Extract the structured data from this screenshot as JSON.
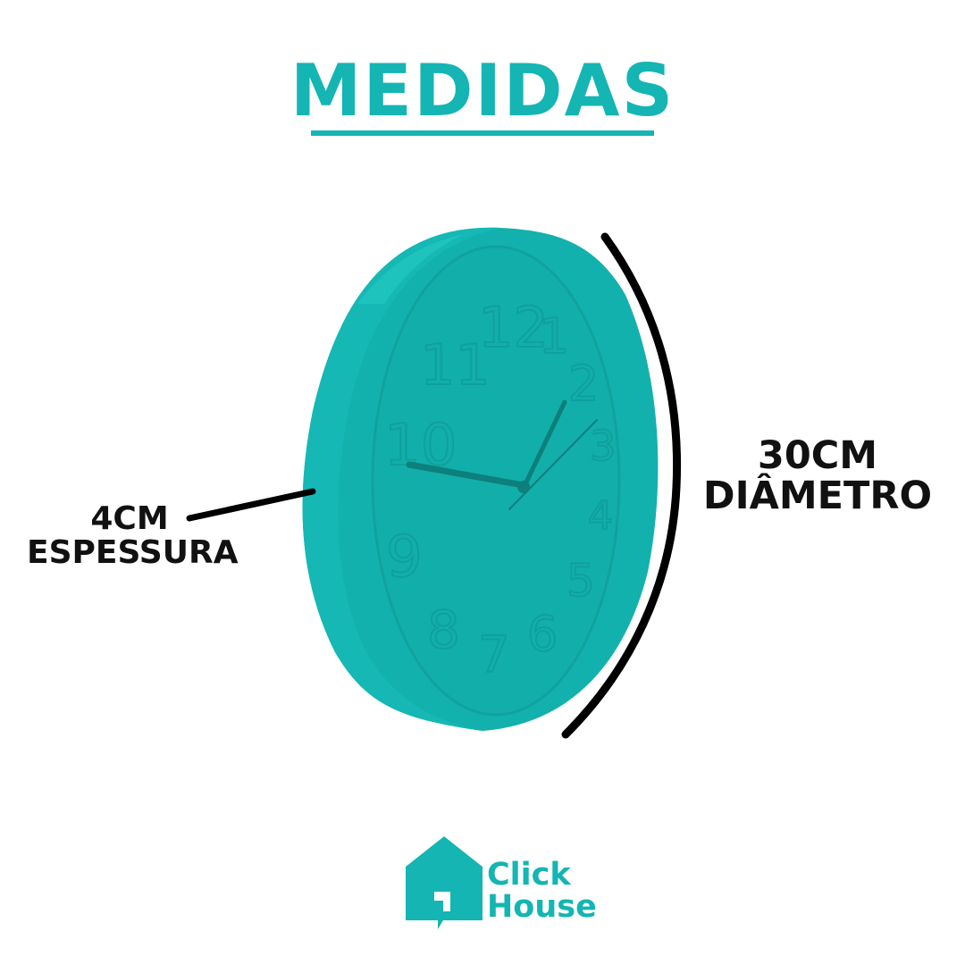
{
  "header": {
    "title": "MEDIDAS"
  },
  "dimensions": {
    "thickness": {
      "value": "4CM",
      "label": "ESPESSURA"
    },
    "diameter": {
      "value": "30CM",
      "label": "DIÂMETRO"
    }
  },
  "clock": {
    "numerals": [
      "12",
      "1",
      "2",
      "3",
      "4",
      "5",
      "6",
      "7",
      "8",
      "9",
      "10",
      "11"
    ]
  },
  "brand": {
    "line1": "Click",
    "line2": "House"
  },
  "colors": {
    "accent": "#14b5b3",
    "clock_body": "#13b1ad",
    "clock_face": "#12b0ac",
    "text": "#111111"
  }
}
